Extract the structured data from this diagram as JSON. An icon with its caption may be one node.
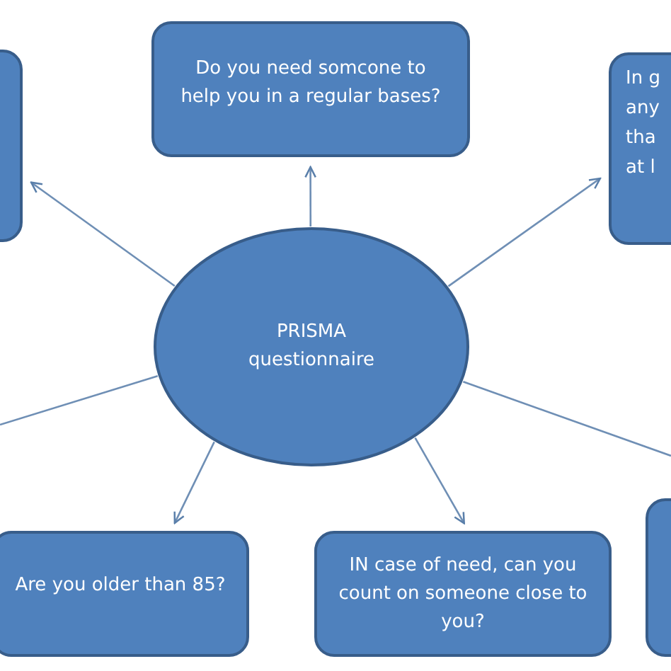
{
  "diagram": {
    "nodes": [
      {
        "text": [],
        "shape": "box"
      },
      {
        "text": [
          "Do you need somcone to help you in a regular bases?"
        ]
      },
      {
        "text": [
          "In g any tha at l"
        ]
      },
      {
        "text": [
          "PRISMA questionnaire"
        ]
      },
      {
        "text": [
          "Are you older than 85?"
        ]
      },
      {
        "text": [
          "IN case of need, can you count on someone close to you?"
        ]
      },
      {
        "text": [],
        "shape": "box"
      }
    ],
    "edges": [
      {
        "from": 3,
        "to": 0,
        "arrow": "to"
      },
      {
        "from": 3,
        "to": 1,
        "arrow": "to"
      },
      {
        "from": 3,
        "to": 2,
        "arrow": "to"
      },
      {
        "from": 3,
        "to": null,
        "arrow": "none"
      },
      {
        "from": 3,
        "to": 4,
        "arrow": "to"
      },
      {
        "from": 3,
        "to": 5,
        "arrow": "to"
      },
      {
        "from": 3,
        "to": null,
        "arrow": "none"
      }
    ]
  }
}
